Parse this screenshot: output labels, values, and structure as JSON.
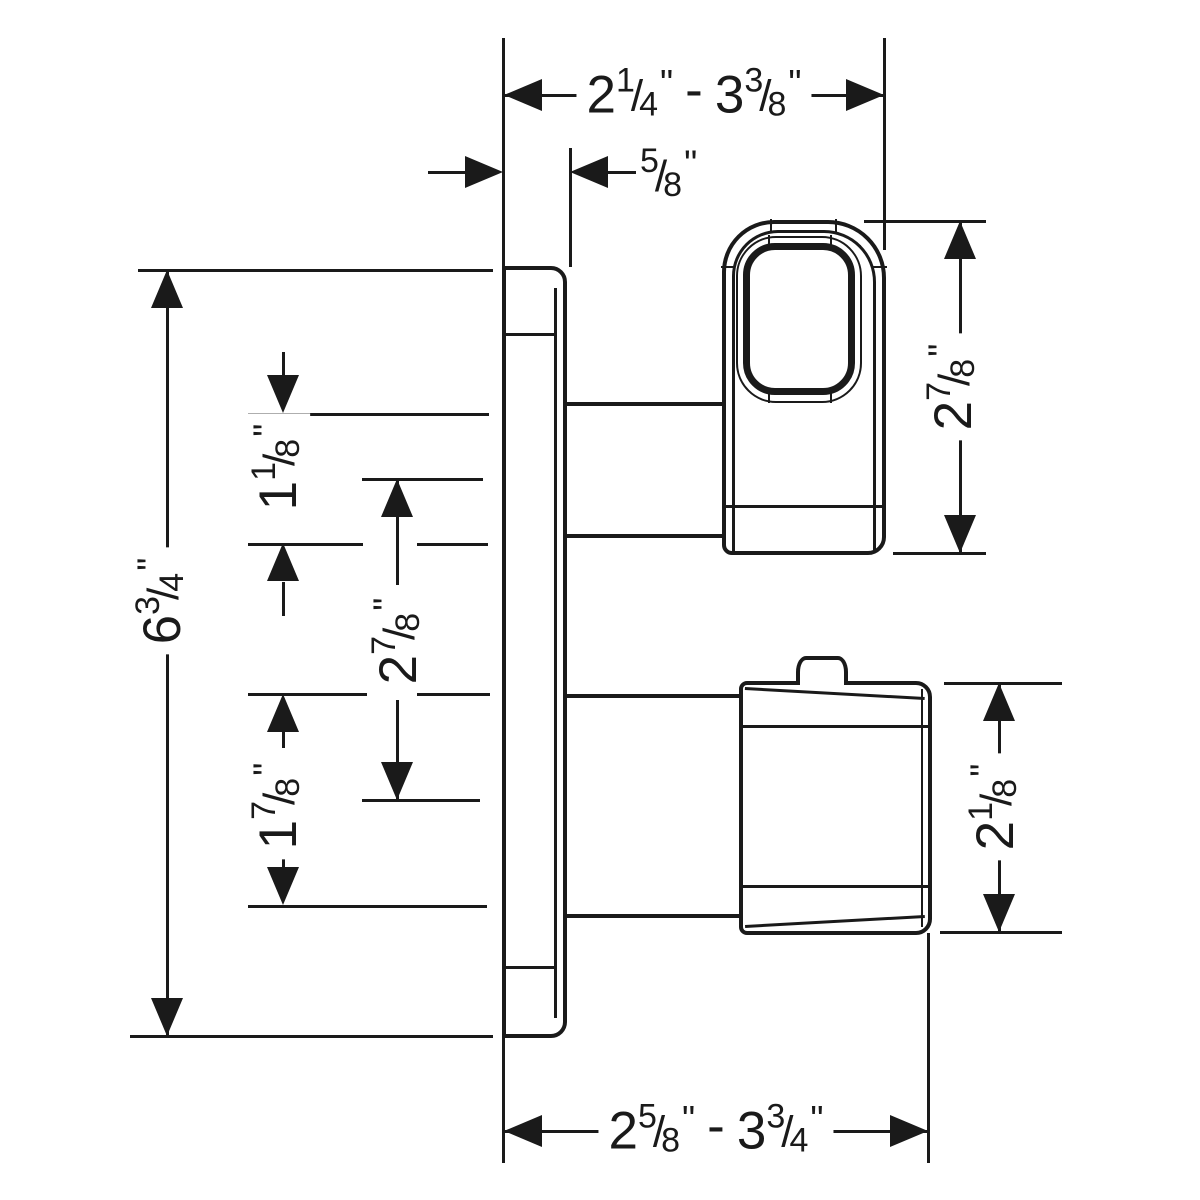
{
  "page": {
    "background_color": "#ffffff",
    "line_color": "#1a1a1a",
    "description_labels": {
      "top_width_value": "2 1/4\" - 3 3/8\"",
      "plate_depth_value": "5/8\"",
      "upper_handle_height_value": "2 7/8\"",
      "total_height_value": "6 3/4\"",
      "upper_port_height_value": "1 1/8\"",
      "port_center_distance_value": "2 7/8\"",
      "lower_port_height_value": "1 7/8\"",
      "lower_handle_height_value": "2 1/8\"",
      "bottom_width_value": "2 5/8\" - 3 3/4\""
    }
  },
  "labels": {
    "top_width": {
      "w1": "2",
      "n1": "1",
      "sl1": "/",
      "d1": "4",
      "q1": "\"",
      "sep": "-",
      "w2": "3",
      "n2": "3",
      "sl2": "/",
      "d2": "8",
      "q2": "\""
    },
    "plate_depth": {
      "n1": "5",
      "sl1": "/",
      "d1": "8",
      "q1": "\""
    },
    "upper_handle_height": {
      "w1": "2",
      "n1": "7",
      "sl1": "/",
      "d1": "8",
      "q1": "\""
    },
    "total_height": {
      "w1": "6",
      "n1": "3",
      "sl1": "/",
      "d1": "4",
      "q1": "\""
    },
    "upper_port_height": {
      "w1": "1",
      "n1": "1",
      "sl1": "/",
      "d1": "8",
      "q1": "\""
    },
    "port_center_distance": {
      "w1": "2",
      "n1": "7",
      "sl1": "/",
      "d1": "8",
      "q1": "\""
    },
    "lower_port_height": {
      "w1": "1",
      "n1": "7",
      "sl1": "/",
      "d1": "8",
      "q1": "\""
    },
    "lower_handle_height": {
      "w1": "2",
      "n1": "1",
      "sl1": "/",
      "d1": "8",
      "q1": "\""
    },
    "bottom_width": {
      "w1": "2",
      "n1": "5",
      "sl1": "/",
      "d1": "8",
      "q1": "\"",
      "sep": "-",
      "w2": "3",
      "n2": "3",
      "sl2": "/",
      "d2": "4",
      "q2": "\""
    }
  }
}
